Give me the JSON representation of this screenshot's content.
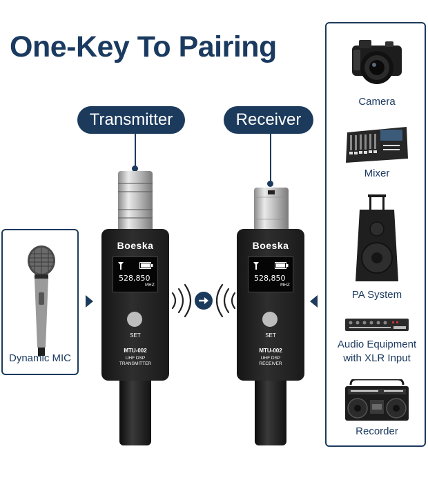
{
  "title": "One-Key To Pairing",
  "transmitter": {
    "pill": "Transmitter",
    "brand": "Boeska",
    "frequency": "528,850",
    "unit": "MHZ",
    "button": "SET",
    "model": "MTU-002",
    "type_line1": "UHF DSP",
    "type_line2": "TRANSMITTER"
  },
  "receiver": {
    "pill": "Receiver",
    "brand": "Boeska",
    "frequency": "528,850",
    "unit": "MHZ",
    "button": "SET",
    "model": "MTU-002",
    "type_line1": "UHF DSP",
    "type_line2": "RECEIVER"
  },
  "source": {
    "label": "Dynamic MIC",
    "icon": "microphone-icon"
  },
  "destinations": [
    {
      "label": "Camera",
      "icon": "camera-icon"
    },
    {
      "label": "Mixer",
      "icon": "mixer-icon"
    },
    {
      "label": "PA System",
      "icon": "speaker-icon"
    },
    {
      "label": "Audio Equipment",
      "label2": "with XLR Input",
      "icon": "audio-equipment-icon"
    },
    {
      "label": "Recorder",
      "icon": "boombox-icon"
    }
  ],
  "colors": {
    "navy": "#1c3a5c",
    "device": "#1e1e1e",
    "white": "#ffffff"
  }
}
